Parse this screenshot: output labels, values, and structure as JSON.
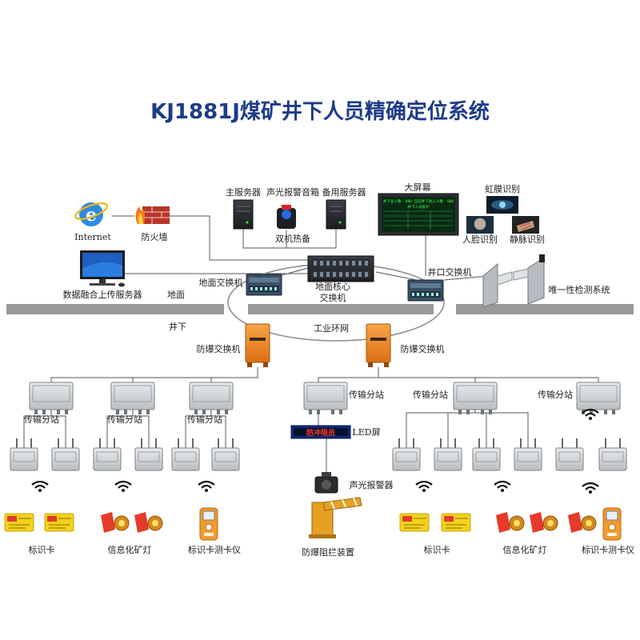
{
  "title": "KJ1881J煤矿井下人员精确定位系统",
  "labels": {
    "main_server": "主服务器",
    "alarm_speaker": "声光报警音箱",
    "backup_server": "备用服务器",
    "big_screen": "大屏幕",
    "iris": "虹膜识别",
    "face": "人脸识别",
    "vein": "静脉识别",
    "internet": "Internet",
    "firewall": "防火墙",
    "dual_hot": "双机热备",
    "upload_server": "数据融合上传服务器",
    "ground": "地面",
    "ground_switch": "地面交换机",
    "core_switch_1": "地面核心",
    "core_switch_2": "交换机",
    "shaft_switch": "井口交换机",
    "unique_check": "唯一性检测系统",
    "underground": "井下",
    "ring_net": "工业环网",
    "ex_switch_left": "防爆交换机",
    "ex_switch_right": "防爆交换机",
    "station": "传输分站",
    "led_screen": "LED屏",
    "led_text": "防冲限员",
    "sound_alarm": "声光报警器",
    "barrier": "防爆阻拦装置",
    "tag_card": "标识卡",
    "cap_lamp": "信息化矿灯",
    "card_tester": "标识卡测卡仪"
  },
  "screen_text": {
    "header": "井下总人数: 000  当前井下进入人数: 000",
    "row_title": "井下人员统计"
  },
  "colors": {
    "title": "#1d3b8a",
    "ground_bar": "#9a9a9a",
    "ex_switch": "#f08a24",
    "station": "#cfd3d6",
    "screen_bg": "#0a2a12",
    "screen_text": "#3cff5a",
    "led_bg": "#0d2a7a",
    "led_text": "#ff3a2a",
    "tag": "#f4d21a",
    "lamp": "#e53b2a",
    "tester": "#f29a30",
    "barrier": "#e8a020"
  }
}
